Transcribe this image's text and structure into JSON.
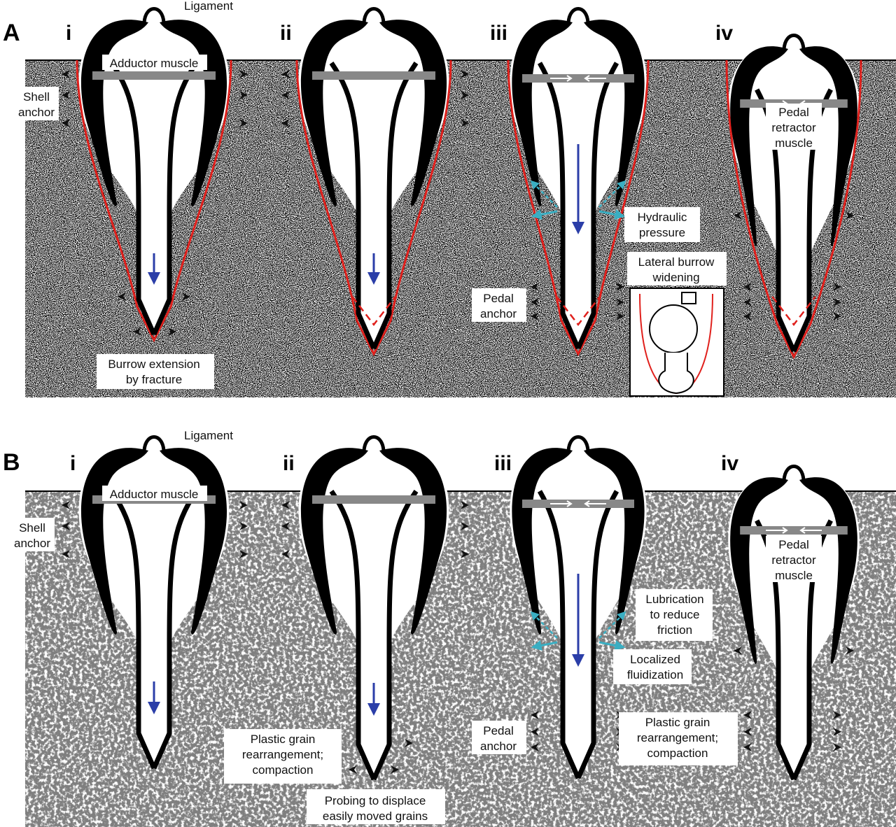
{
  "panels": [
    {
      "letter": "A",
      "sediment": "sand",
      "steps": [
        "i",
        "ii",
        "iii",
        "iv"
      ],
      "labels": {
        "ligament": "Ligament",
        "adductor": "Adductor muscle",
        "shell_anchor_1": "Shell",
        "shell_anchor_2": "anchor",
        "burrow_1": "Burrow extension",
        "burrow_2": "by fracture",
        "hydraulic_1": "Hydraulic",
        "hydraulic_2": "pressure",
        "lateral_1": "Lateral burrow",
        "lateral_2": "widening",
        "pedal_anchor_1": "Pedal",
        "pedal_anchor_2": "anchor",
        "retractor_1": "Pedal",
        "retractor_2": "retractor",
        "retractor_3": "muscle"
      }
    },
    {
      "letter": "B",
      "sediment": "granular",
      "steps": [
        "i",
        "ii",
        "iii",
        "iv"
      ],
      "labels": {
        "ligament": "Ligament",
        "adductor": "Adductor muscle",
        "shell_anchor_1": "Shell",
        "shell_anchor_2": "anchor",
        "plastic1_1": "Plastic grain",
        "plastic1_2": "rearrangement;",
        "plastic1_3": "compaction",
        "probing_1": "Probing to displace",
        "probing_2": "easily moved grains",
        "lubrication_1": "Lubrication",
        "lubrication_2": "to reduce",
        "lubrication_3": "friction",
        "fluid_1": "Localized",
        "fluid_2": "fluidization",
        "pedal_anchor_1": "Pedal",
        "pedal_anchor_2": "anchor",
        "plastic2_1": "Plastic grain",
        "plastic2_2": "rearrangement;",
        "plastic2_3": "compaction",
        "retractor_1": "Pedal",
        "retractor_2": "retractor",
        "retractor_3": "muscle"
      }
    }
  ],
  "colors": {
    "shell": "#000000",
    "burrow_line": "#e0201c",
    "motion_arrow": "#2b3ea8",
    "fluid_arrow": "#3aaec2",
    "muscle": "#888888",
    "sand_bg": "#f0f0f0",
    "granular_bg": "#8e8e8e"
  }
}
